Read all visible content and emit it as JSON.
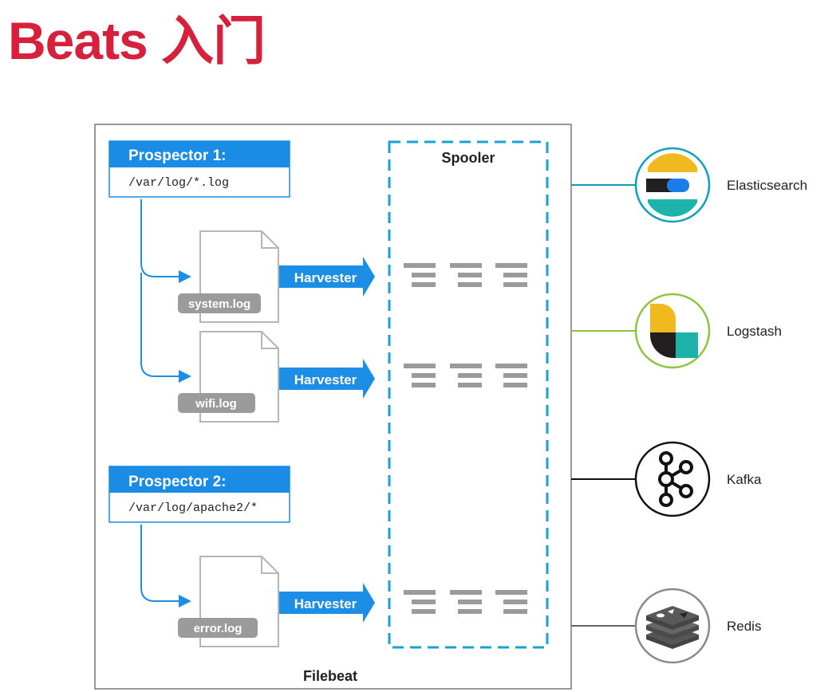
{
  "title": "Beats 入门",
  "filebeat": {
    "label": "Filebeat"
  },
  "spooler": {
    "label": "Spooler"
  },
  "prospectors": [
    {
      "label": "Prospector 1:",
      "path": "/var/log/*.log"
    },
    {
      "label": "Prospector 2:",
      "path": "/var/log/apache2/*"
    }
  ],
  "files": [
    {
      "name": "system.log",
      "harvester": "Harvester"
    },
    {
      "name": "wifi.log",
      "harvester": "Harvester"
    },
    {
      "name": "error.log",
      "harvester": "Harvester"
    }
  ],
  "outputs": [
    {
      "name": "Elasticsearch",
      "icon": "elasticsearch-icon",
      "ring_color": "#0f9fbd",
      "line_color": "#0f9fbd"
    },
    {
      "name": "Logstash",
      "icon": "logstash-icon",
      "ring_color": "#8cc63f",
      "line_color": "#8cc63f"
    },
    {
      "name": "Kafka",
      "icon": "kafka-icon",
      "ring_color": "#111111",
      "line_color": "#111111"
    },
    {
      "name": "Redis",
      "icon": "redis-icon",
      "ring_color": "#8a8a8a",
      "line_color": "#666666"
    }
  ],
  "colors": {
    "title": "#d6203c",
    "prospector_header": "#1a8ce6",
    "arrow_blue": "#1c8ee6",
    "spooler_border": "#1aa0d8",
    "file_label": "#9b9b9b"
  }
}
